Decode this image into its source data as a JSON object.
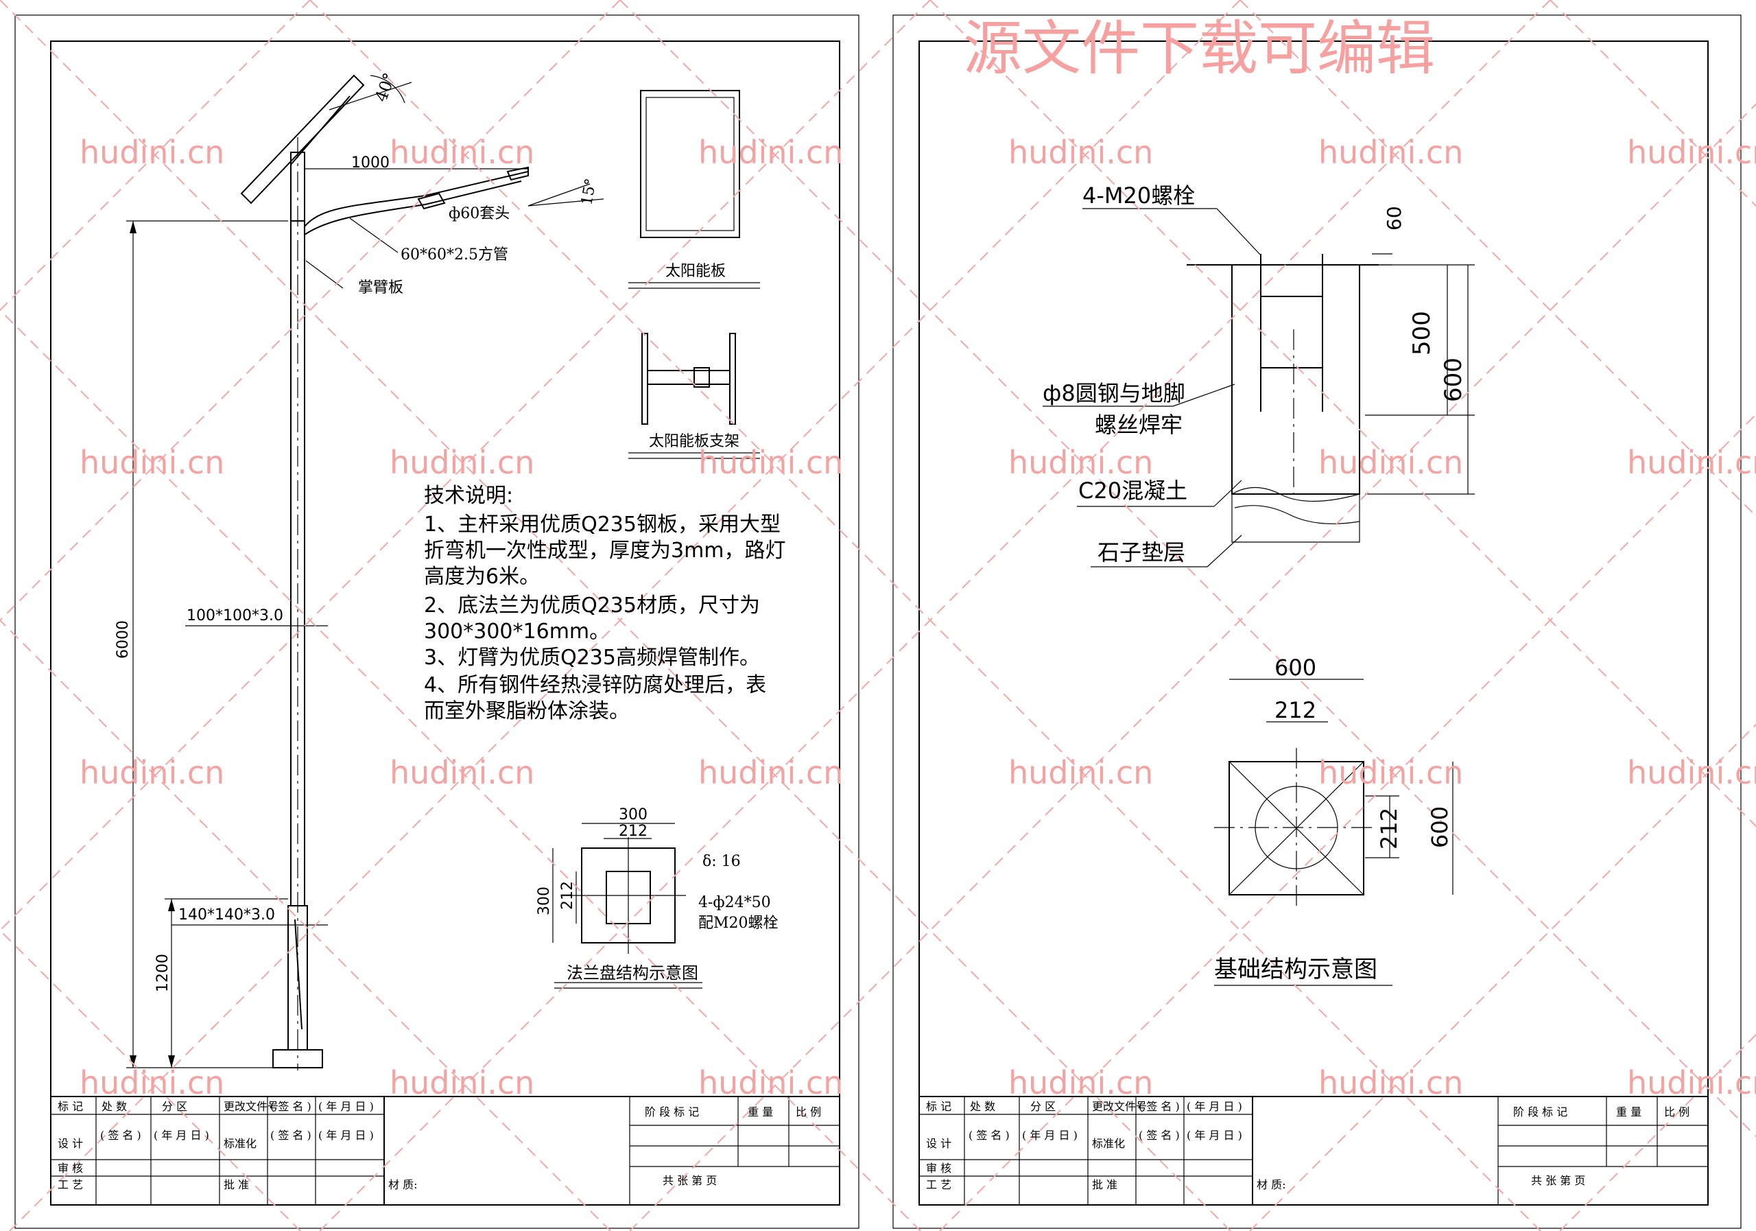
{
  "watermark": {
    "site": "hudini.cn",
    "banner": "源文件下载可编辑"
  },
  "pole_drawing": {
    "angle_panel": "40°",
    "arm_length": "1000",
    "sleeve": "ф60套头",
    "arm_angle": "15°",
    "arm_tube": "60*60*2.5方管",
    "lamp_plate": "掌臂板",
    "height_total": "6000",
    "section_upper": "100*100*3.0",
    "section_lower": "140*140*3.0",
    "height_base": "1200"
  },
  "solar_panel_label": "太阳能板",
  "solar_bracket_label": "太阳能板支架",
  "tech_notes": {
    "title": "技术说明:",
    "lines": [
      "1、主杆采用优质Q235钢板，采用大型",
      "折弯机一次性成型，厚度为3mm，路灯",
      "高度为6米。",
      "2、底法兰为优质Q235材质，尺寸为",
      "300*300*16mm。",
      "3、灯臂为优质Q235高频焊管制作。",
      "4、所有钢件经热浸锌防腐处理后，表",
      "而室外聚脂粉体涂装。"
    ]
  },
  "flange": {
    "dim_outer": "300",
    "dim_inner": "212",
    "thickness": "δ: 16",
    "bolts_1": "4-ф24*50",
    "bolts_2": "配M20螺栓",
    "caption": "法兰盘结构示意图"
  },
  "foundation_section": {
    "bolt_label": "4-M20螺栓",
    "dim_top": "60",
    "dim_mid": "500",
    "dim_total": "600",
    "rebar_1": "ф8圆钢与地脚",
    "rebar_2": "螺丝焊牢",
    "concrete": "C20混凝土",
    "gravel": "石子垫层"
  },
  "foundation_plan": {
    "dim_outer": "600",
    "dim_inner": "212",
    "dim_inner_v": "212",
    "dim_outer_v": "600",
    "caption": "基础结构示意图"
  },
  "title_block": {
    "mark": "标 记",
    "count": "处 数",
    "zone": "分 区",
    "doc": "更改文件号",
    "sign": "( 签 名 )",
    "date": "( 年 月 日 )",
    "design": "设 计",
    "standard": "标准化",
    "review": "审 核",
    "process": "工 艺",
    "approve": "批 准",
    "material": "材 质:",
    "stage": "阶 段 标 记",
    "weight": "重 量",
    "scale": "比 例",
    "sheets": "共     张     第     页"
  }
}
